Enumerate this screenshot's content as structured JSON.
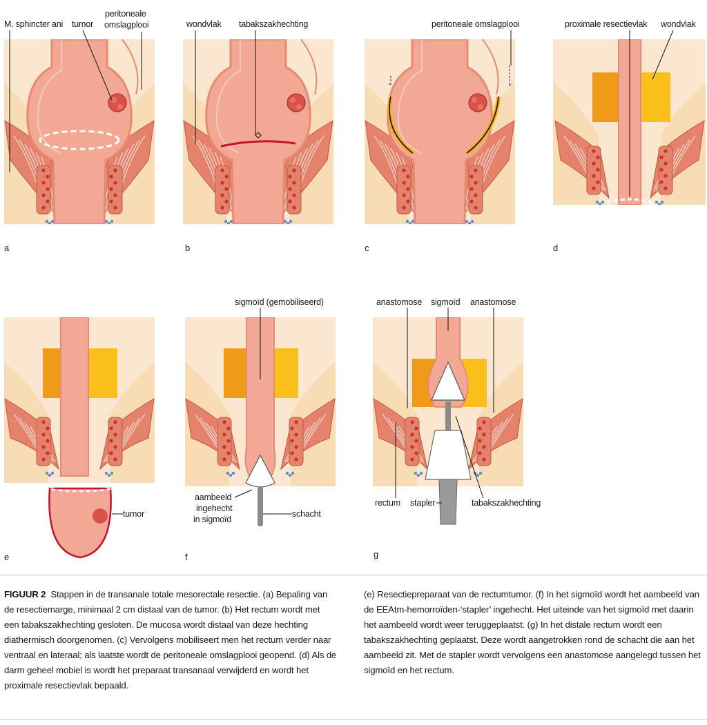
{
  "panels": {
    "a": {
      "letter": "a",
      "labels": {
        "sphincter": "M. sphincter ani",
        "tumor": "tumor",
        "perit1": "peritoneale",
        "perit2": "omslagplooi"
      }
    },
    "b": {
      "letter": "b",
      "labels": {
        "wondvlak": "wondvlak",
        "tabak": "tabakszakhechting"
      }
    },
    "c": {
      "letter": "c",
      "labels": {
        "perit": "peritoneale omslagplooi"
      }
    },
    "d": {
      "letter": "d",
      "labels": {
        "proximaal": "proximale resectievlak",
        "wondvlak": "wondvlak"
      }
    },
    "e": {
      "letter": "e",
      "labels": {
        "tumor": "tumor"
      }
    },
    "f": {
      "letter": "f",
      "labels": {
        "sigmoid": "sigmoïd (gemobiliseerd)",
        "aambeeld1": "aambeeld",
        "aambeeld2": "ingehecht",
        "aambeeld3": "in sigmoïd",
        "schacht": "schacht"
      }
    },
    "g": {
      "letter": "g",
      "labels": {
        "anast1": "anastomose",
        "sigmoid": "sigmoïd",
        "anast2": "anastomose",
        "rectum": "rectum",
        "stapler": "stapler",
        "tabak": "tabakszakhechting"
      }
    }
  },
  "caption": {
    "label": "FIGUUR 2",
    "left": "Stappen in de transanale totale mesorectale resectie. (a) Bepaling van de resectiemarge, minimaal 2 cm distaal van de tumor. (b) Het rectum wordt met een tabakszakhechting gesloten. De mucosa wordt distaal van deze hechting diathermisch doorgenomen. (c) Vervolgens mobiliseert men het rectum verder naar ventraal en lateraal; als laatste wordt de peritoneale omslagplooi geopend. (d) Als de darm geheel mobiel is wordt het preparaat transanaal verwijderd en wordt het proximale resectievlak bepaald.",
    "right": "(e) Resectiepreparaat van de rectumtumor. (f) In het sigmoïd wordt het aambeeld van de EEAtm-hemorroïden-‘stapler’ ingehecht. Het uiteinde van het sigmoïd met daarin het aambeeld wordt weer teruggeplaatst. (g) In het distale rectum wordt een tabakszakhechting geplaatst. Deze wordt aangetrokken rond de schacht die aan het aambeeld zit. Met de stapler wordt vervolgens een anastomose aangelegd tussen het sigmoïd en het rectum."
  },
  "colors": {
    "fat": "#f7dcb6",
    "skin": "#fbe7cf",
    "muscle": "#e4826b",
    "muscle_dark": "#c4563f",
    "rectum": "#f2a894",
    "rectum_wall": "#e58a73",
    "resection_red": "#c8102e",
    "orange": "#f09a1a",
    "yellow": "#fbbf1c",
    "vessel": "#c9312c",
    "blue": "#5b8bc9"
  }
}
